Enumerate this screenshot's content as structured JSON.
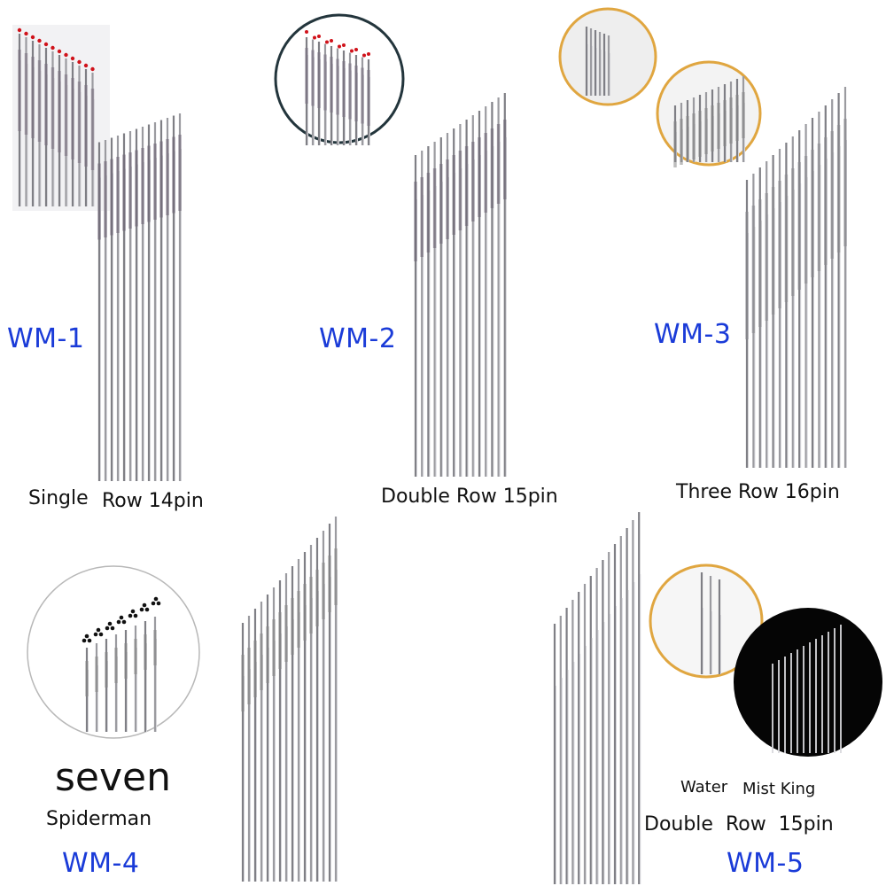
{
  "products": [
    {
      "code": "WM-1",
      "caption_a": "Single",
      "caption_b": "Row 14pin"
    },
    {
      "code": "WM-2",
      "caption": "Double Row 15pin"
    },
    {
      "code": "WM-3",
      "caption": "Three Row 16pin"
    },
    {
      "code": "WM-4",
      "title": "seven",
      "subtitle": "Spiderman"
    },
    {
      "code": "WM-5",
      "caption_a": "Water",
      "caption_b": "Mist King",
      "caption": "Double  Row  15pin"
    }
  ],
  "colors": {
    "code_text": "#1a3bd8",
    "dot_red": "#d0121a",
    "circle_gold": "#e0a640",
    "circle_dark": "#23353c"
  }
}
